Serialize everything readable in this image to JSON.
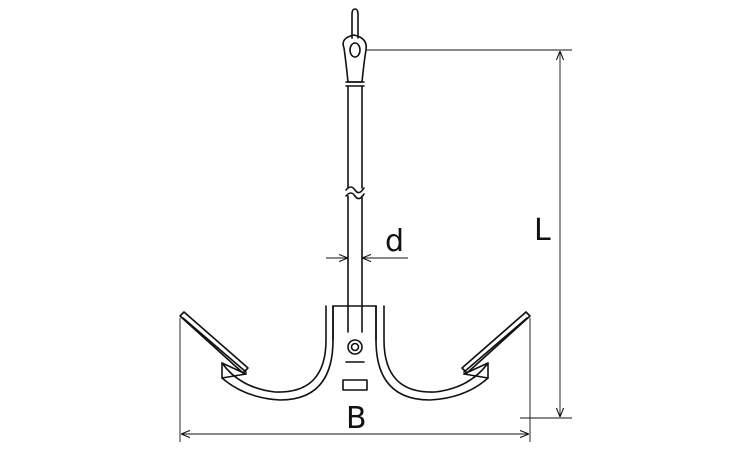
{
  "drawing": {
    "labels": {
      "length": "L",
      "diameter": "d",
      "breadth": "B"
    },
    "colors": {
      "line": "#111111",
      "background": "#ffffff"
    }
  }
}
